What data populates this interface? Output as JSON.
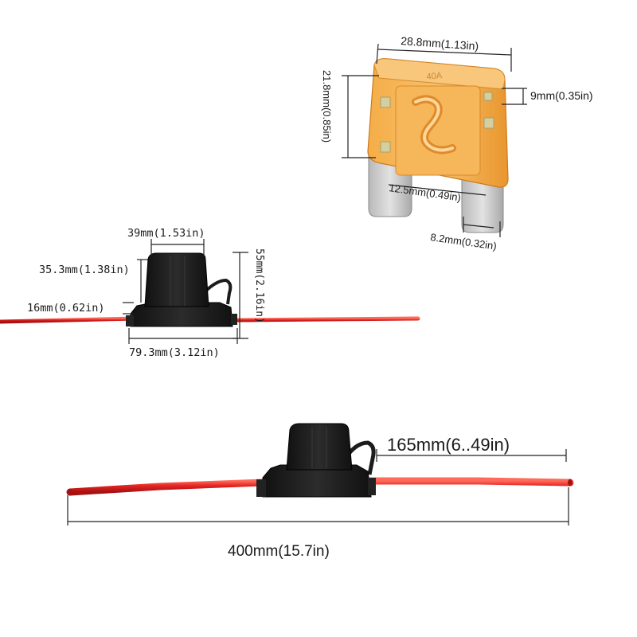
{
  "fuse": {
    "rating_label": "40A",
    "body_color": "#f2a23a",
    "width_label": "28.8mm(1.13in)",
    "height_label": "21.8mm(0.85in)",
    "depth_label": "9mm(0.35in)",
    "terminal_span_label": "12.5mm(0.49in)",
    "terminal_width_label": "8.2mm(0.32in)"
  },
  "holder_small": {
    "top_width_label": "39mm(1.53in)",
    "body_height_label": "35.3mm(1.38in)",
    "base_height_label": "16mm(0.62in)",
    "base_width_label": "79.3mm(3.12in)",
    "total_height_label": "55mm(2.16in)"
  },
  "holder_large": {
    "lead_length_label": "165mm(6..49in)",
    "total_length_label": "400mm(15.7in)"
  },
  "colors": {
    "wire": "#e32222",
    "holder": "#1c1c1c"
  }
}
